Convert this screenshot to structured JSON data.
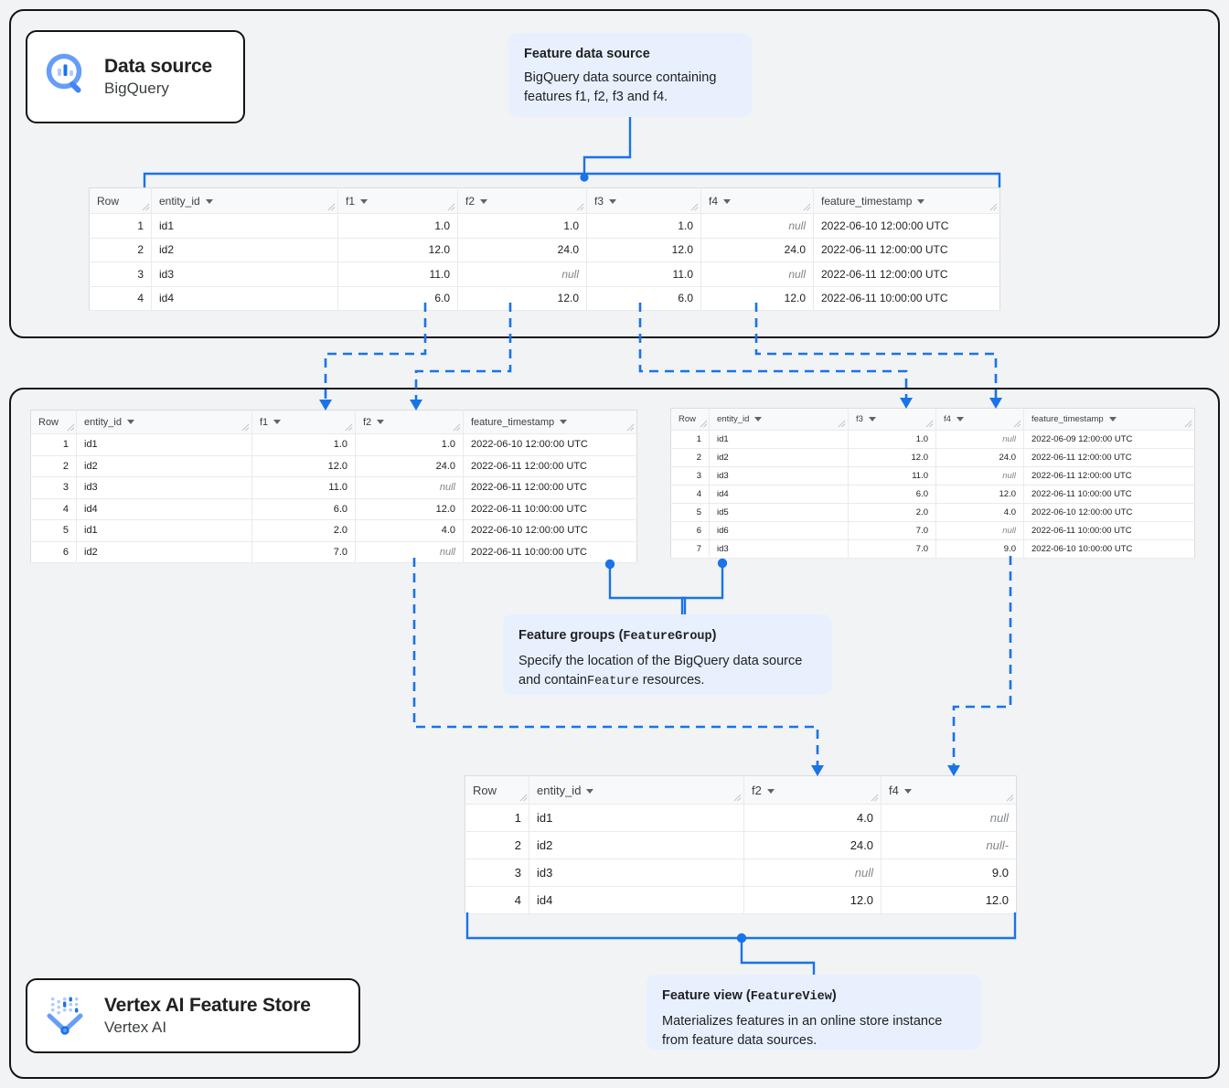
{
  "badges": [
    {
      "id": "bigquery",
      "icon": "bigquery-magnifier-icon",
      "title": "Data source",
      "subtitle": "BigQuery"
    },
    {
      "id": "featurestore",
      "icon": "vertex-ai-feature-store-icon",
      "title": "Vertex AI Feature Store",
      "subtitle": "Vertex AI"
    }
  ],
  "callouts": {
    "feature_data_source": {
      "title": "Feature data source",
      "body": "BigQuery data source containing features f1, f2, f3 and f4."
    },
    "feature_groups": {
      "title_plain": "Feature groups (",
      "title_mono": "FeatureGroup",
      "title_close": ")",
      "body_pre": "Specify the location of the BigQuery data source and contain",
      "body_mono": "Feature",
      "body_post": " resources."
    },
    "feature_view": {
      "title_plain": "Feature view (",
      "title_mono": "FeatureView",
      "title_close": ")",
      "body": "Materializes features in an online store instance from feature data sources."
    }
  },
  "tables": {
    "source": {
      "name": "feature-data-source-table",
      "columns": [
        "Row",
        "entity_id",
        "f1",
        "f2",
        "f3",
        "f4",
        "feature_timestamp"
      ],
      "rows": [
        [
          "1",
          "id1",
          "1.0",
          "1.0",
          "1.0",
          "null",
          "2022-06-10 12:00:00 UTC"
        ],
        [
          "2",
          "id2",
          "12.0",
          "24.0",
          "12.0",
          "24.0",
          "2022-06-11 12:00:00 UTC"
        ],
        [
          "3",
          "id3",
          "11.0",
          "null",
          "11.0",
          "null",
          "2022-06-11 12:00:00 UTC"
        ],
        [
          "4",
          "id4",
          "6.0",
          "12.0",
          "6.0",
          "12.0",
          "2022-06-11 10:00:00 UTC"
        ]
      ]
    },
    "feature_group_1": {
      "name": "feature-group-1-table",
      "columns": [
        "Row",
        "entity_id",
        "f1",
        "f2",
        "feature_timestamp"
      ],
      "rows": [
        [
          "1",
          "id1",
          "1.0",
          "1.0",
          "2022-06-10 12:00:00 UTC"
        ],
        [
          "2",
          "id2",
          "12.0",
          "24.0",
          "2022-06-11 12:00:00 UTC"
        ],
        [
          "3",
          "id3",
          "11.0",
          "null",
          "2022-06-11 12:00:00 UTC"
        ],
        [
          "4",
          "id4",
          "6.0",
          "12.0",
          "2022-06-11 10:00:00 UTC"
        ],
        [
          "5",
          "id1",
          "2.0",
          "4.0",
          "2022-06-10 12:00:00 UTC"
        ],
        [
          "6",
          "id2",
          "7.0",
          "null",
          "2022-06-11 10:00:00 UTC"
        ]
      ]
    },
    "feature_group_2": {
      "name": "feature-group-2-table",
      "columns": [
        "Row",
        "entity_id",
        "f3",
        "f4",
        "feature_timestamp"
      ],
      "rows": [
        [
          "1",
          "id1",
          "1.0",
          "null",
          "2022-06-09 12:00:00 UTC"
        ],
        [
          "2",
          "id2",
          "12.0",
          "24.0",
          "2022-06-11 12:00:00 UTC"
        ],
        [
          "3",
          "id3",
          "11.0",
          "null",
          "2022-06-11 12:00:00 UTC"
        ],
        [
          "4",
          "id4",
          "6.0",
          "12.0",
          "2022-06-11 10:00:00 UTC"
        ],
        [
          "5",
          "id5",
          "2.0",
          "4.0",
          "2022-06-10 12:00:00 UTC"
        ],
        [
          "6",
          "id6",
          "7.0",
          "null",
          "2022-06-11 10:00:00 UTC"
        ],
        [
          "7",
          "id3",
          "7.0",
          "9.0",
          "2022-06-10 10:00:00 UTC"
        ]
      ]
    },
    "feature_view": {
      "name": "feature-view-table",
      "columns": [
        "Row",
        "entity_id",
        "f2",
        "f4"
      ],
      "rows": [
        [
          "1",
          "id1",
          "4.0",
          "null"
        ],
        [
          "2",
          "id2",
          "24.0",
          "null-"
        ],
        [
          "3",
          "id3",
          "null",
          "9.0"
        ],
        [
          "4",
          "id4",
          "12.0",
          "12.0"
        ]
      ]
    }
  },
  "colors": {
    "connector_blue": "#1a73e8",
    "callout_bg": "#e8f0fe",
    "panel_bg": "#f1f3f4",
    "table_header_bg": "#f8f9fa",
    "null_text": "#80868b"
  }
}
